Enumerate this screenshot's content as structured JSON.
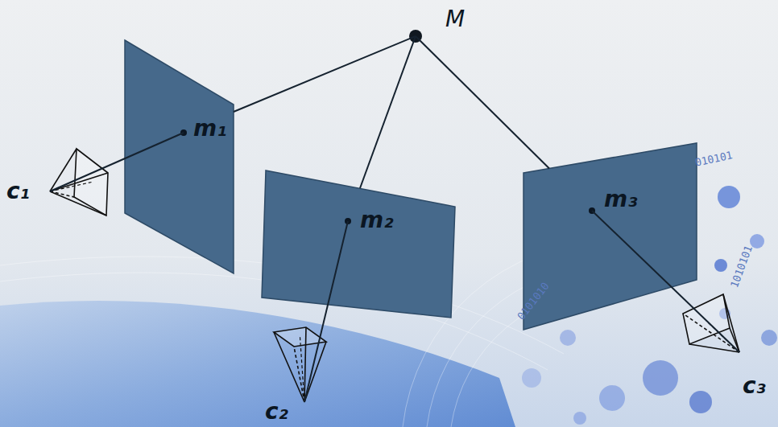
{
  "diagram": {
    "nodes": [
      {
        "text": [
          "M"
        ]
      },
      {
        "text": [
          "m₁"
        ]
      },
      {
        "text": [
          "m₂"
        ]
      },
      {
        "text": [
          "m₃"
        ]
      },
      {
        "text": [
          "c₁"
        ]
      },
      {
        "text": [
          "c₂"
        ]
      },
      {
        "text": [
          "c₃"
        ]
      }
    ],
    "edges": [
      {
        "from": 4,
        "to": 1,
        "arrow": "none"
      },
      {
        "from": 1,
        "to": 0,
        "arrow": "none"
      },
      {
        "from": 5,
        "to": 2,
        "arrow": "none"
      },
      {
        "from": 2,
        "to": 0,
        "arrow": "none"
      },
      {
        "from": 6,
        "to": 3,
        "arrow": "none"
      },
      {
        "from": 3,
        "to": 0,
        "arrow": "none"
      }
    ],
    "labels": [
      "010101",
      "0101010",
      "1010101"
    ]
  }
}
